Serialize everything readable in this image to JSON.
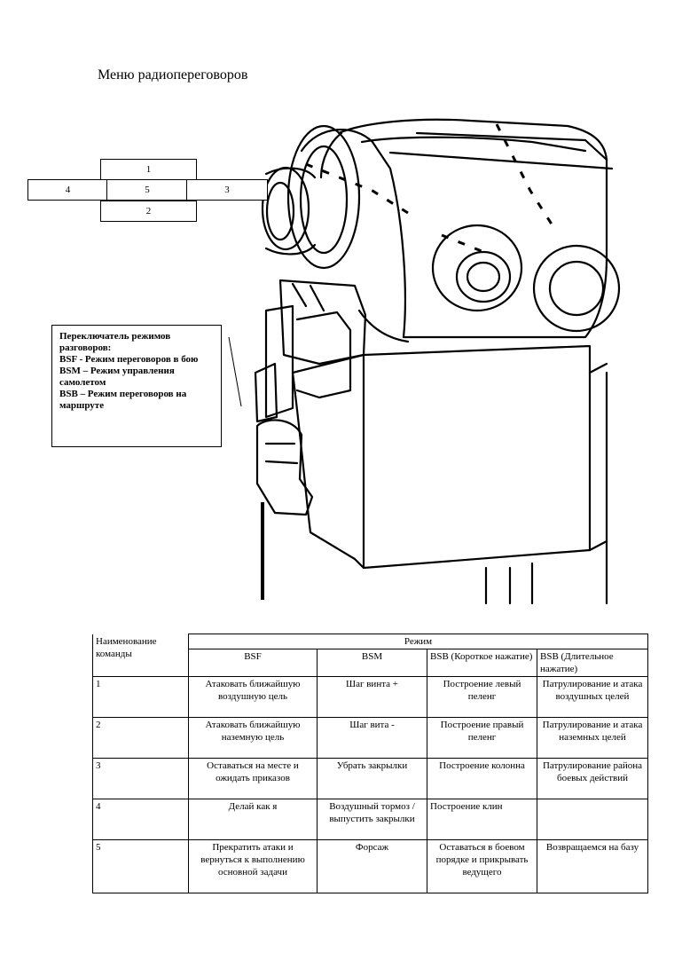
{
  "page_title": "Меню радиопереговоров",
  "keypad": {
    "up": "1",
    "left": "4",
    "center": "5",
    "right": "3",
    "down": "2"
  },
  "callout": {
    "heading": "Переключатель режимов разговоров:",
    "lines": [
      "BSF - Режим переговоров в бою",
      "BSM – Режим управления самолетом",
      "BSB – Режим переговоров на маршруте"
    ]
  },
  "table": {
    "name_header": "Наименование команды",
    "mode_header": "Режим",
    "columns": [
      "BSF",
      "BSM",
      "BSB (Короткое нажатие)",
      "BSB (Длительное нажатие)"
    ],
    "rows": [
      {
        "id": "1",
        "cells": [
          "Атаковать ближайшую воздушную цель",
          "Шаг винта +",
          "Построение левый пеленг",
          "Патрулирование и атака воздушных целей"
        ]
      },
      {
        "id": "2",
        "cells": [
          "Атаковать ближайшую наземную цель",
          "Шаг вита -",
          "Построение правый пеленг",
          "Патрулирование и атака наземных целей"
        ]
      },
      {
        "id": "3",
        "cells": [
          "Оставаться на месте и ожидать приказов",
          "Убрать закрылки",
          "Построение колонна",
          "Патрулирование района боевых действий"
        ]
      },
      {
        "id": "4",
        "cells": [
          "Делай как я",
          "Воздушный тормоз / выпустить закрылки",
          "Построение клин",
          ""
        ]
      },
      {
        "id": "5",
        "cells": [
          "Прекратить атаки и вернуться к выполнению основной задачи",
          "Форсаж",
          "Оставаться в боевом порядке и прикрывать ведущего",
          "Возвращаемся на базу"
        ]
      }
    ]
  }
}
